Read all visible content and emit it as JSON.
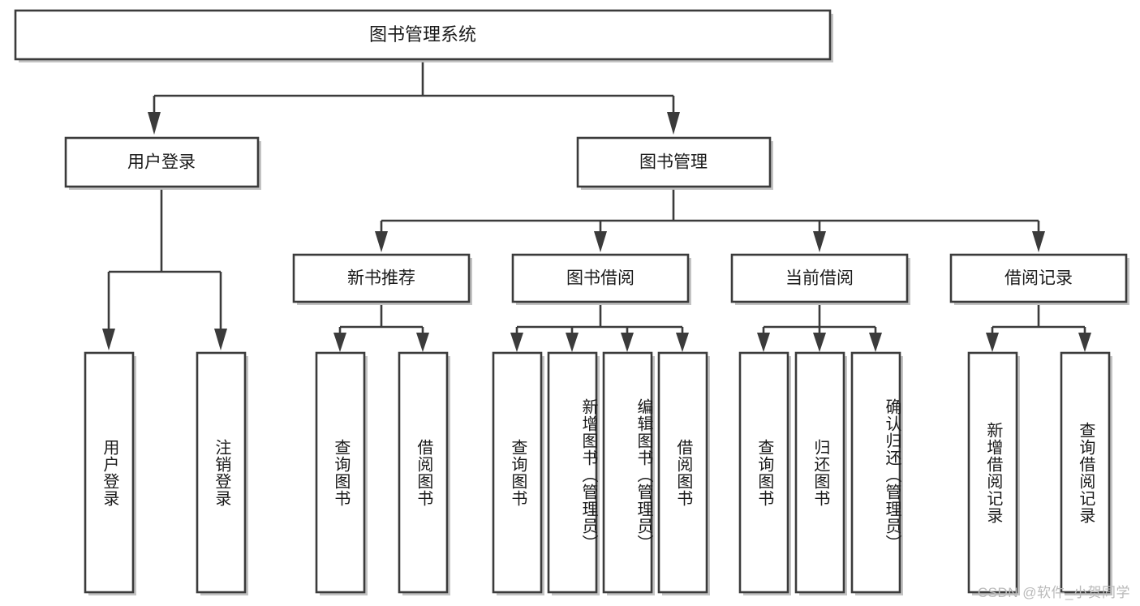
{
  "diagram": {
    "type": "tree-hierarchy",
    "title": "图书管理系统",
    "root": {
      "id": "root",
      "label": "图书管理系统",
      "orientation": "horizontal"
    },
    "level1": [
      {
        "id": "user-login",
        "label": "用户登录",
        "orientation": "horizontal"
      },
      {
        "id": "book-manage",
        "label": "图书管理",
        "orientation": "horizontal"
      }
    ],
    "level2": [
      {
        "id": "new-book-rec",
        "label": "新书推荐",
        "parent": "book-manage",
        "orientation": "horizontal"
      },
      {
        "id": "book-borrow",
        "label": "图书借阅",
        "parent": "book-manage",
        "orientation": "horizontal"
      },
      {
        "id": "current-borrow",
        "label": "当前借阅",
        "parent": "book-manage",
        "orientation": "horizontal"
      },
      {
        "id": "borrow-record",
        "label": "借阅记录",
        "parent": "book-manage",
        "orientation": "horizontal"
      }
    ],
    "leaves": [
      {
        "id": "leaf-user-login",
        "label": "用户登录",
        "parent": "user-login",
        "orientation": "vertical"
      },
      {
        "id": "leaf-logout-login",
        "label": "注销登录",
        "parent": "user-login",
        "orientation": "vertical"
      },
      {
        "id": "leaf-query-book-1",
        "label": "查询图书",
        "parent": "new-book-rec",
        "orientation": "vertical"
      },
      {
        "id": "leaf-borrow-book-1",
        "label": "借阅图书",
        "parent": "new-book-rec",
        "orientation": "vertical"
      },
      {
        "id": "leaf-query-book-2",
        "label": "查询图书",
        "parent": "book-borrow",
        "orientation": "vertical"
      },
      {
        "id": "leaf-add-book",
        "label": "新增图书（管理员）",
        "parent": "book-borrow",
        "orientation": "vertical"
      },
      {
        "id": "leaf-edit-book",
        "label": "编辑图书（管理员）",
        "parent": "book-borrow",
        "orientation": "vertical"
      },
      {
        "id": "leaf-borrow-book-2",
        "label": "借阅图书",
        "parent": "book-borrow",
        "orientation": "vertical"
      },
      {
        "id": "leaf-query-book-3",
        "label": "查询图书",
        "parent": "current-borrow",
        "orientation": "vertical"
      },
      {
        "id": "leaf-return-book",
        "label": "归还图书",
        "parent": "current-borrow",
        "orientation": "vertical"
      },
      {
        "id": "leaf-confirm-return",
        "label": "确认归还（管理员）",
        "parent": "current-borrow",
        "orientation": "vertical"
      },
      {
        "id": "leaf-add-record",
        "label": "新增借阅记录",
        "parent": "borrow-record",
        "orientation": "vertical"
      },
      {
        "id": "leaf-query-record",
        "label": "查询借阅记录",
        "parent": "borrow-record",
        "orientation": "vertical"
      }
    ],
    "colors": {
      "stroke": "#3b3b3b",
      "fill": "#ffffff",
      "text": "#1a1a1a",
      "shadow": "#bdbdbd",
      "watermark": "#b9b9b9"
    }
  },
  "watermark": {
    "text": "CSDN @软件_小贺同学"
  }
}
